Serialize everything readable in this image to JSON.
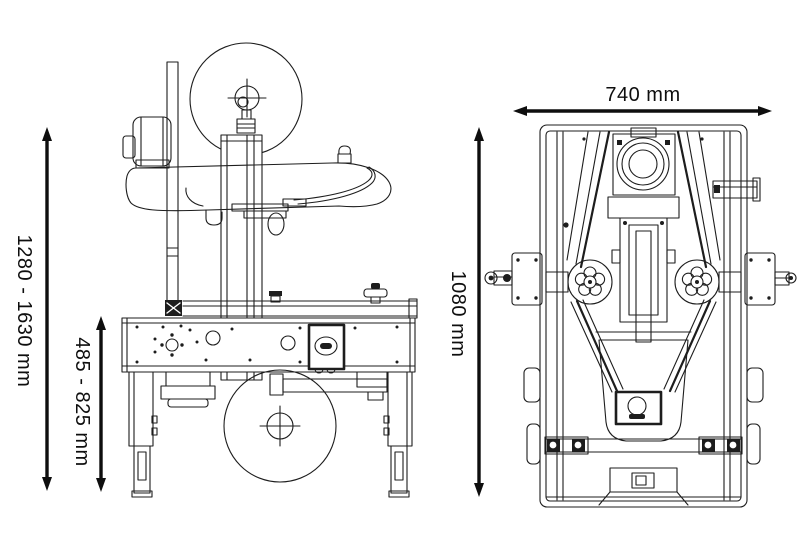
{
  "colors": {
    "background": "#ffffff",
    "drawing_line": "#1d1d1d",
    "dimension_line": "#0e0e0e",
    "text": "#0e0e0e"
  },
  "dimensions": {
    "overall_height": {
      "label": "1280 - 1630 mm",
      "orientation": "vertical"
    },
    "conveyor_height": {
      "label": "485 - 825 mm",
      "orientation": "vertical"
    },
    "length": {
      "label": "1080 mm",
      "orientation": "vertical"
    },
    "width": {
      "label": "740 mm",
      "orientation": "horizontal"
    }
  }
}
